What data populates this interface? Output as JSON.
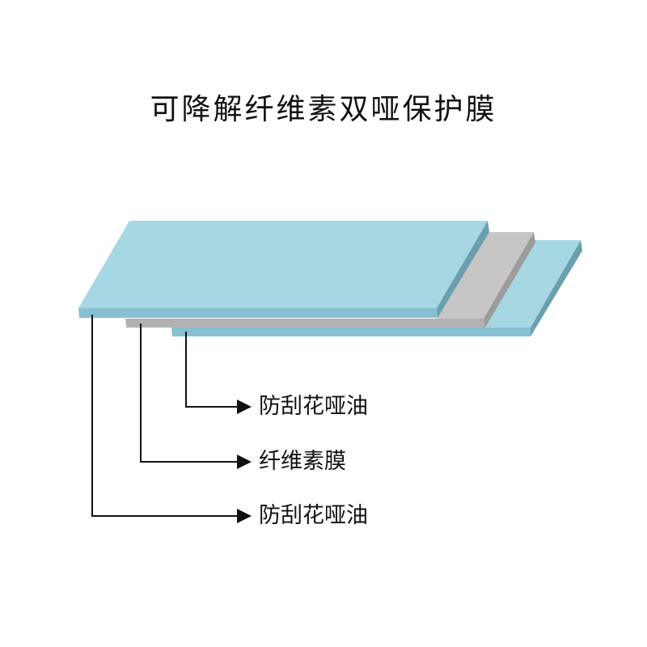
{
  "title": "可降解纤维素双哑保护膜",
  "layers": [
    {
      "label": "防刮花哑油",
      "color_top": "#a7d7e3",
      "color_front": "#87c0d2",
      "color_side": "#6a9fae"
    },
    {
      "label": "纤维素膜",
      "color_top": "#c6c6c6",
      "color_front": "#b1b1b1",
      "color_side": "#9c9c9c"
    },
    {
      "label": "防刮花哑油",
      "color_top": "#a7d7e3",
      "color_front": "#87c0d2",
      "color_side": "#6a9fae"
    }
  ]
}
